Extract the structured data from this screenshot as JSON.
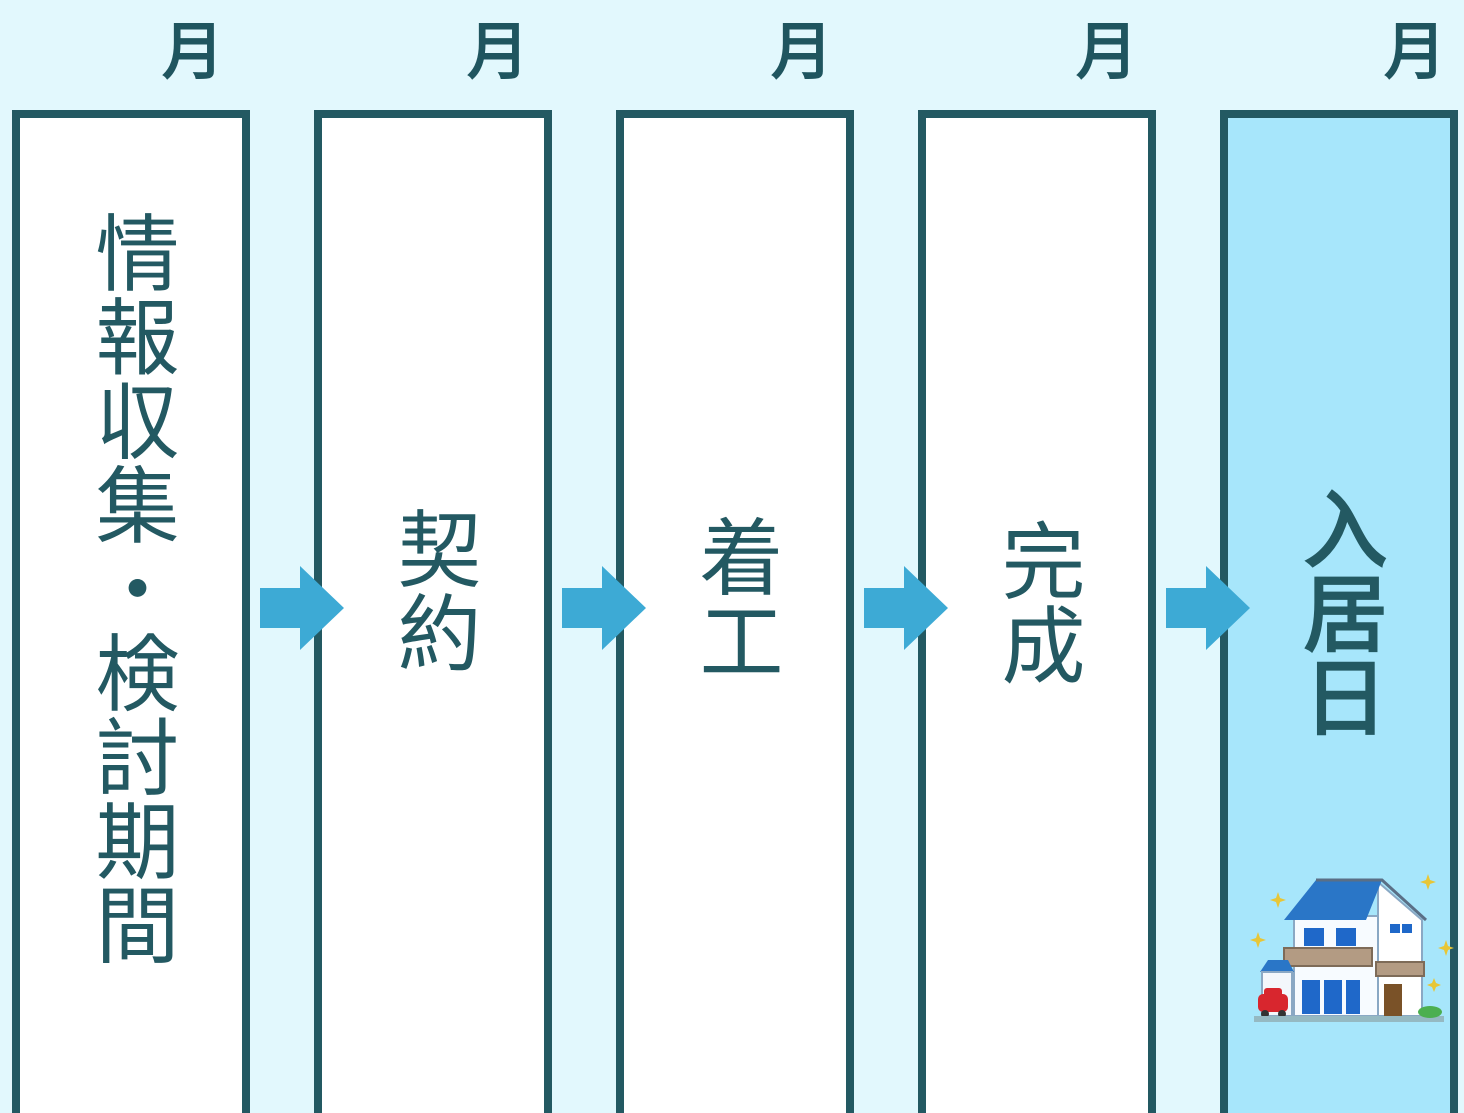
{
  "months": [
    "月",
    "月",
    "月",
    "月",
    "月"
  ],
  "steps": [
    {
      "label": "情報収集・検討期間"
    },
    {
      "label": "契約"
    },
    {
      "label": "着工"
    },
    {
      "label": "完成"
    },
    {
      "label": "入居日"
    }
  ],
  "colors": {
    "background": "#e2f8fd",
    "border": "#235962",
    "text": "#1f555f",
    "box": "#ffffff",
    "final_box": "#a7e6fb",
    "arrow": "#3daad5"
  },
  "icons": {
    "arrow": "right-arrow-icon",
    "house": "house-illustration-icon"
  }
}
